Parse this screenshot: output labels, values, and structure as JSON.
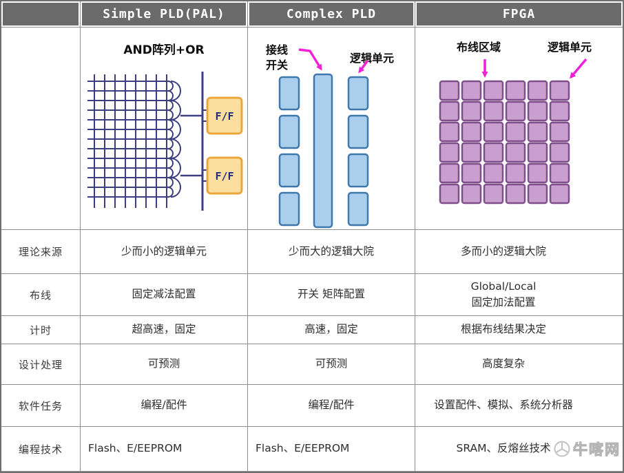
{
  "header": {
    "blank": "",
    "columns": [
      "Simple PLD(PAL)",
      "Complex PLD",
      "FPGA"
    ]
  },
  "diagrams": {
    "simple_pld": {
      "title": "AND阵列+OR",
      "ff_top": "F/F",
      "ff_bottom": "F/F"
    },
    "complex_pld": {
      "switch_label": "接线\n开关",
      "logic_label": "逻辑单元"
    },
    "fpga": {
      "routing_label": "布线区域",
      "logic_label": "逻辑单元"
    }
  },
  "rows": [
    {
      "label": "理论来源",
      "simple": "少而小的逻辑单元",
      "complex": "少而大的逻辑大院",
      "fpga": "多而小的逻辑大院"
    },
    {
      "label": "布线",
      "simple": "固定减法配置",
      "complex": "开关 矩阵配置",
      "fpga": "Global/Local\n固定加法配置"
    },
    {
      "label": "计时",
      "simple": "超高速，固定",
      "complex": "高速，固定",
      "fpga": "根据布线结果决定"
    },
    {
      "label": "设计处理",
      "simple": "可预测",
      "complex": "可预测",
      "fpga": "高度复杂"
    },
    {
      "label": "软件任务",
      "simple": "编程/配件",
      "complex": "编程/配件",
      "fpga": "设置配件、模拟、系统分析器"
    },
    {
      "label": "编程技术",
      "simple": "Flash、E/EEPROM",
      "complex": "Flash、E/EEPROM",
      "fpga": "SRAM、反熔丝技术"
    }
  ],
  "watermark": {
    "text": "牛喀网"
  },
  "colors": {
    "header_bg": "#6b6b6b",
    "table_border": "#8f8f8f",
    "pal_grid_line": "#3c3c80",
    "ff_box_fill": "#fcdf9e",
    "ff_box_border": "#eda63a",
    "cpld_bar_fill": "#a9cfec",
    "cpld_bar_border": "#3e78ad",
    "fpga_cell_fill": "#c99fd0",
    "fpga_cell_border": "#7e4f8b",
    "arrow_magenta": "#f020d8"
  }
}
